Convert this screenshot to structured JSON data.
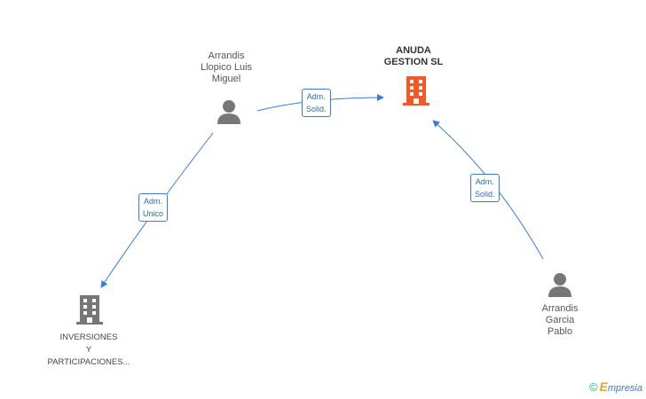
{
  "nodes": {
    "anuda": {
      "label": "ANUDA\nGESTION SL",
      "icon": "building-icon",
      "color": "#f05a28"
    },
    "llopico": {
      "label": "Arrandis\nLlopico Luis\nMiguel",
      "icon": "person-icon",
      "color": "#777777"
    },
    "inversiones": {
      "label": "INVERSIONES\nY\nPARTICIPACIONES...",
      "icon": "building-icon",
      "color": "#777777"
    },
    "garcia": {
      "label": "Arrandis\nGarcia\nPablo",
      "icon": "person-icon",
      "color": "#777777"
    }
  },
  "edges": {
    "llopico_anuda": "Adm.\nSolid.",
    "llopico_inversiones": "Adm.\nUnico",
    "garcia_anuda": "Adm.\nSolid."
  },
  "colors": {
    "edge": "#3a7bd5"
  },
  "watermark": {
    "symbol": "©",
    "brand_initial": "E",
    "brand_rest": "mpresia"
  }
}
